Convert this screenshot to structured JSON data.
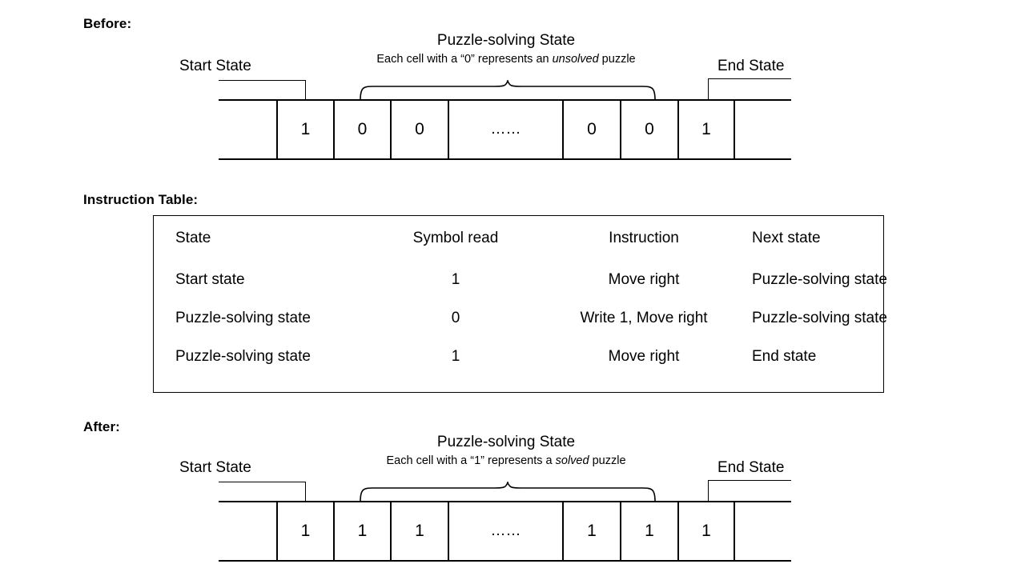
{
  "headings": {
    "before": "Before:",
    "instruction": "Instruction Table:",
    "after": "After:"
  },
  "before_tape": {
    "start_state_label": "Start State",
    "end_state_label": "End State",
    "brace_title": "Puzzle-solving State",
    "brace_subtitle_prefix": "Each cell with a “0” represents an ",
    "brace_subtitle_emphasis": "unsolved",
    "brace_subtitle_suffix": " puzzle",
    "cells": [
      "",
      "1",
      "0",
      "0",
      "……",
      "0",
      "0",
      "1",
      ""
    ]
  },
  "after_tape": {
    "start_state_label": "Start State",
    "end_state_label": "End State",
    "brace_title": "Puzzle-solving State",
    "brace_subtitle_prefix": "Each cell with a “1” represents a ",
    "brace_subtitle_emphasis": "solved",
    "brace_subtitle_suffix": " puzzle",
    "cells": [
      "",
      "1",
      "1",
      "1",
      "……",
      "1",
      "1",
      "1",
      ""
    ]
  },
  "instruction_table": {
    "columns": [
      "State",
      "Symbol read",
      "Instruction",
      "Next state"
    ],
    "rows": [
      {
        "state": "Start state",
        "symbol": "1",
        "instruction": "Move right",
        "next_state": "Puzzle-solving state"
      },
      {
        "state": "Puzzle-solving state",
        "symbol": "0",
        "instruction": "Write 1, Move right",
        "next_state": "Puzzle-solving state"
      },
      {
        "state": "Puzzle-solving state",
        "symbol": "1",
        "instruction": "Move right",
        "next_state": "End state"
      }
    ]
  },
  "colors": {
    "ink": "#000000",
    "background": "#ffffff"
  }
}
